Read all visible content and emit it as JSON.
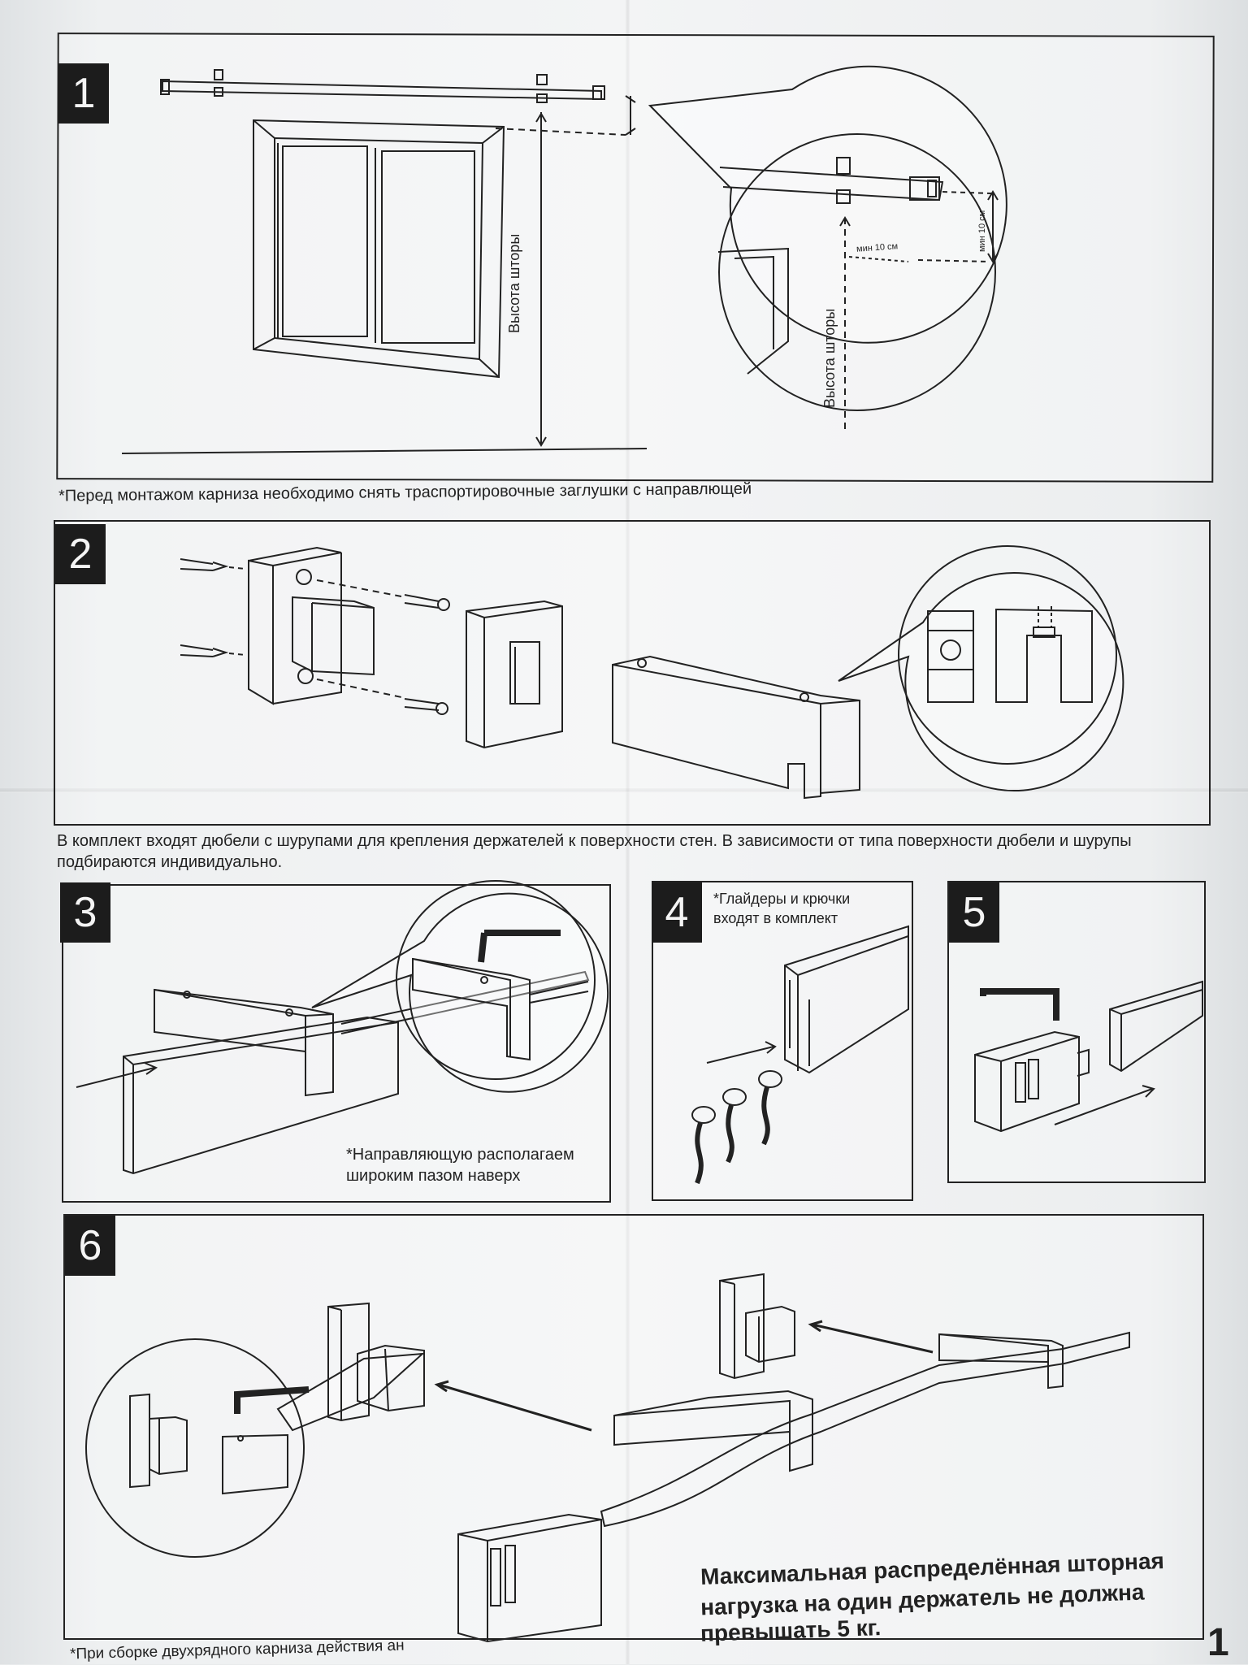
{
  "steps": [
    {
      "number": "1"
    },
    {
      "number": "2"
    },
    {
      "number": "3"
    },
    {
      "number": "4"
    },
    {
      "number": "5"
    },
    {
      "number": "6"
    }
  ],
  "step1": {
    "label_height": "Высота шторы",
    "zoom_label_height": "Высота шторы",
    "zoom_min_h": "мин 10 см",
    "zoom_min_v": "мин 10 см",
    "footnote": "*Перед монтажом карниза необходимо снять траспортировочные заглушки с направлющей"
  },
  "step2": {
    "description": "В комплект входят дюбели с шурупами для крепления держателей к поверхности стен. В зависимости от типа поверхности дюбели и шурупы подбираются индивидуально."
  },
  "step3": {
    "note_line1": "*Направляющую располагаем",
    "note_line2": "широким пазом наверх"
  },
  "step4": {
    "note_line1": "*Глайдеры и крючки",
    "note_line2": "входят в комплект"
  },
  "step6": {
    "warning_line1": "Максимальная распределённая шторная",
    "warning_line2": "нагрузка на один держатель не должна",
    "warning_line3": "превышать 5 кг.",
    "footnote": "*При сборке двухрядного карниза действия ан"
  },
  "page_number": "1"
}
